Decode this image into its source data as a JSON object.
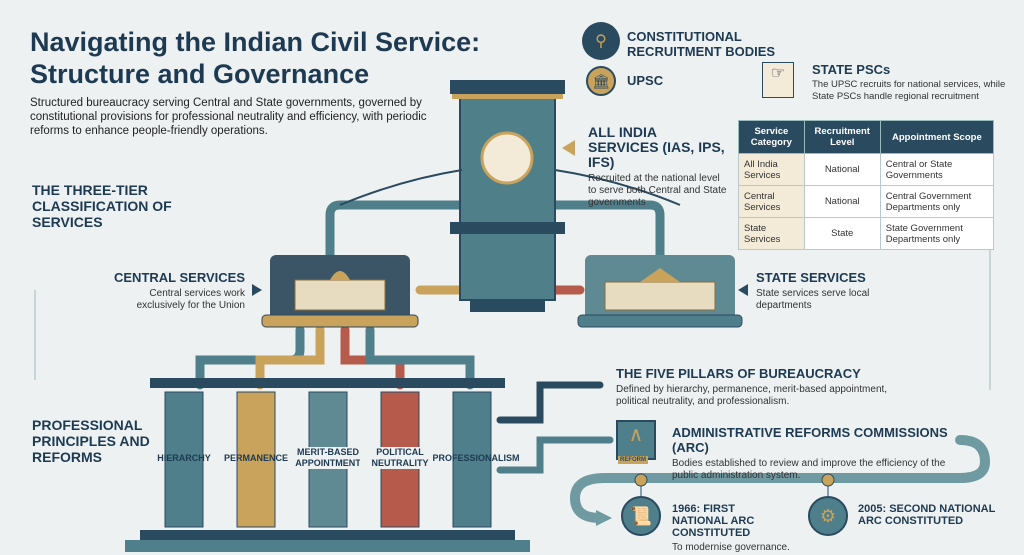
{
  "title": "Navigating the Indian Civil Service: Structure and Governance",
  "subtitle": "Structured bureaucracy serving Central and State governments, governed by constitutional provisions for professional neutrality and efficiency, with periodic reforms to enhance people-friendly operations.",
  "three_tier": "THE THREE-TIER CLASSIFICATION OF SERVICES",
  "principles": "PROFESSIONAL PRINCIPLES AND REFORMS",
  "central": {
    "title": "CENTRAL SERVICES",
    "desc": "Central services work exclusively for the Union"
  },
  "state": {
    "title": "STATE SERVICES",
    "desc": "State services serve local departments"
  },
  "all_india": {
    "title": "ALL INDIA SERVICES (IAS, IPS, IFS)",
    "desc": "Recruited at the national level to serve both Central and State governments"
  },
  "bodies": {
    "title": "CONSTITUTIONAL RECRUITMENT BODIES",
    "upsc": "UPSC"
  },
  "state_psc": {
    "title": "STATE PSCs",
    "desc": "The UPSC recruits for national services, while State PSCs handle regional recruitment"
  },
  "table": {
    "headers": [
      "Service Category",
      "Recruitment Level",
      "Appointment Scope"
    ],
    "rows": [
      [
        "All India Services",
        "National",
        "Central or State Governments"
      ],
      [
        "Central Services",
        "National",
        "Central Government Departments only"
      ],
      [
        "State Services",
        "State",
        "State Government Departments only"
      ]
    ]
  },
  "pillars": [
    "HIERARCHY",
    "PERMANENCE",
    "MERIT-BASED APPOINTMENT",
    "POLITICAL NEUTRALITY",
    "PROFESSIONALISM"
  ],
  "five_pillars": {
    "title": "THE FIVE PILLARS OF BUREAUCRACY",
    "desc": "Defined by hierarchy, permanence, merit-based appointment, political neutrality, and professionalism."
  },
  "arc": {
    "title": "ADMINISTRATIVE REFORMS COMMISSIONS (ARC)",
    "desc": "Bodies established to review and improve the efficiency of the public administration system.",
    "badge": "REFORM"
  },
  "milestones": [
    {
      "title": "1966: FIRST NATIONAL ARC CONSTITUTED",
      "desc": "To modernise governance."
    },
    {
      "title": "2005: SECOND NATIONAL ARC CONSTITUTED"
    }
  ],
  "colors": {
    "navy": "#1d3a52",
    "teal": "#4e7f8a",
    "gold": "#c9a35c",
    "red": "#b65a4c"
  }
}
